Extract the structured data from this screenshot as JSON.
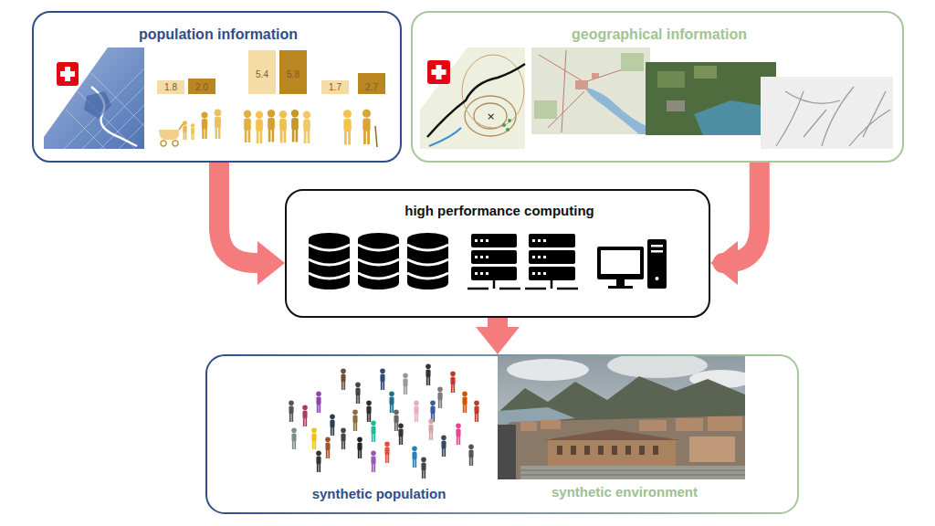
{
  "diagram": {
    "nodes": [
      {
        "text": [
          "population information"
        ]
      },
      {
        "text": [
          "geographical information"
        ]
      },
      {
        "text": [
          "high performance computing"
        ]
      },
      {
        "text": [
          "synthetic population",
          "synthetic environment"
        ]
      }
    ],
    "edges": [
      {
        "from": 0,
        "to": 2,
        "arrow": "to"
      },
      {
        "from": 1,
        "to": 2,
        "arrow": "to"
      },
      {
        "from": 2,
        "to": 3,
        "arrow": "to"
      }
    ],
    "labels": [
      "1.8",
      "2.0",
      "5.4",
      "5.8",
      "1.7",
      "2.7"
    ]
  }
}
